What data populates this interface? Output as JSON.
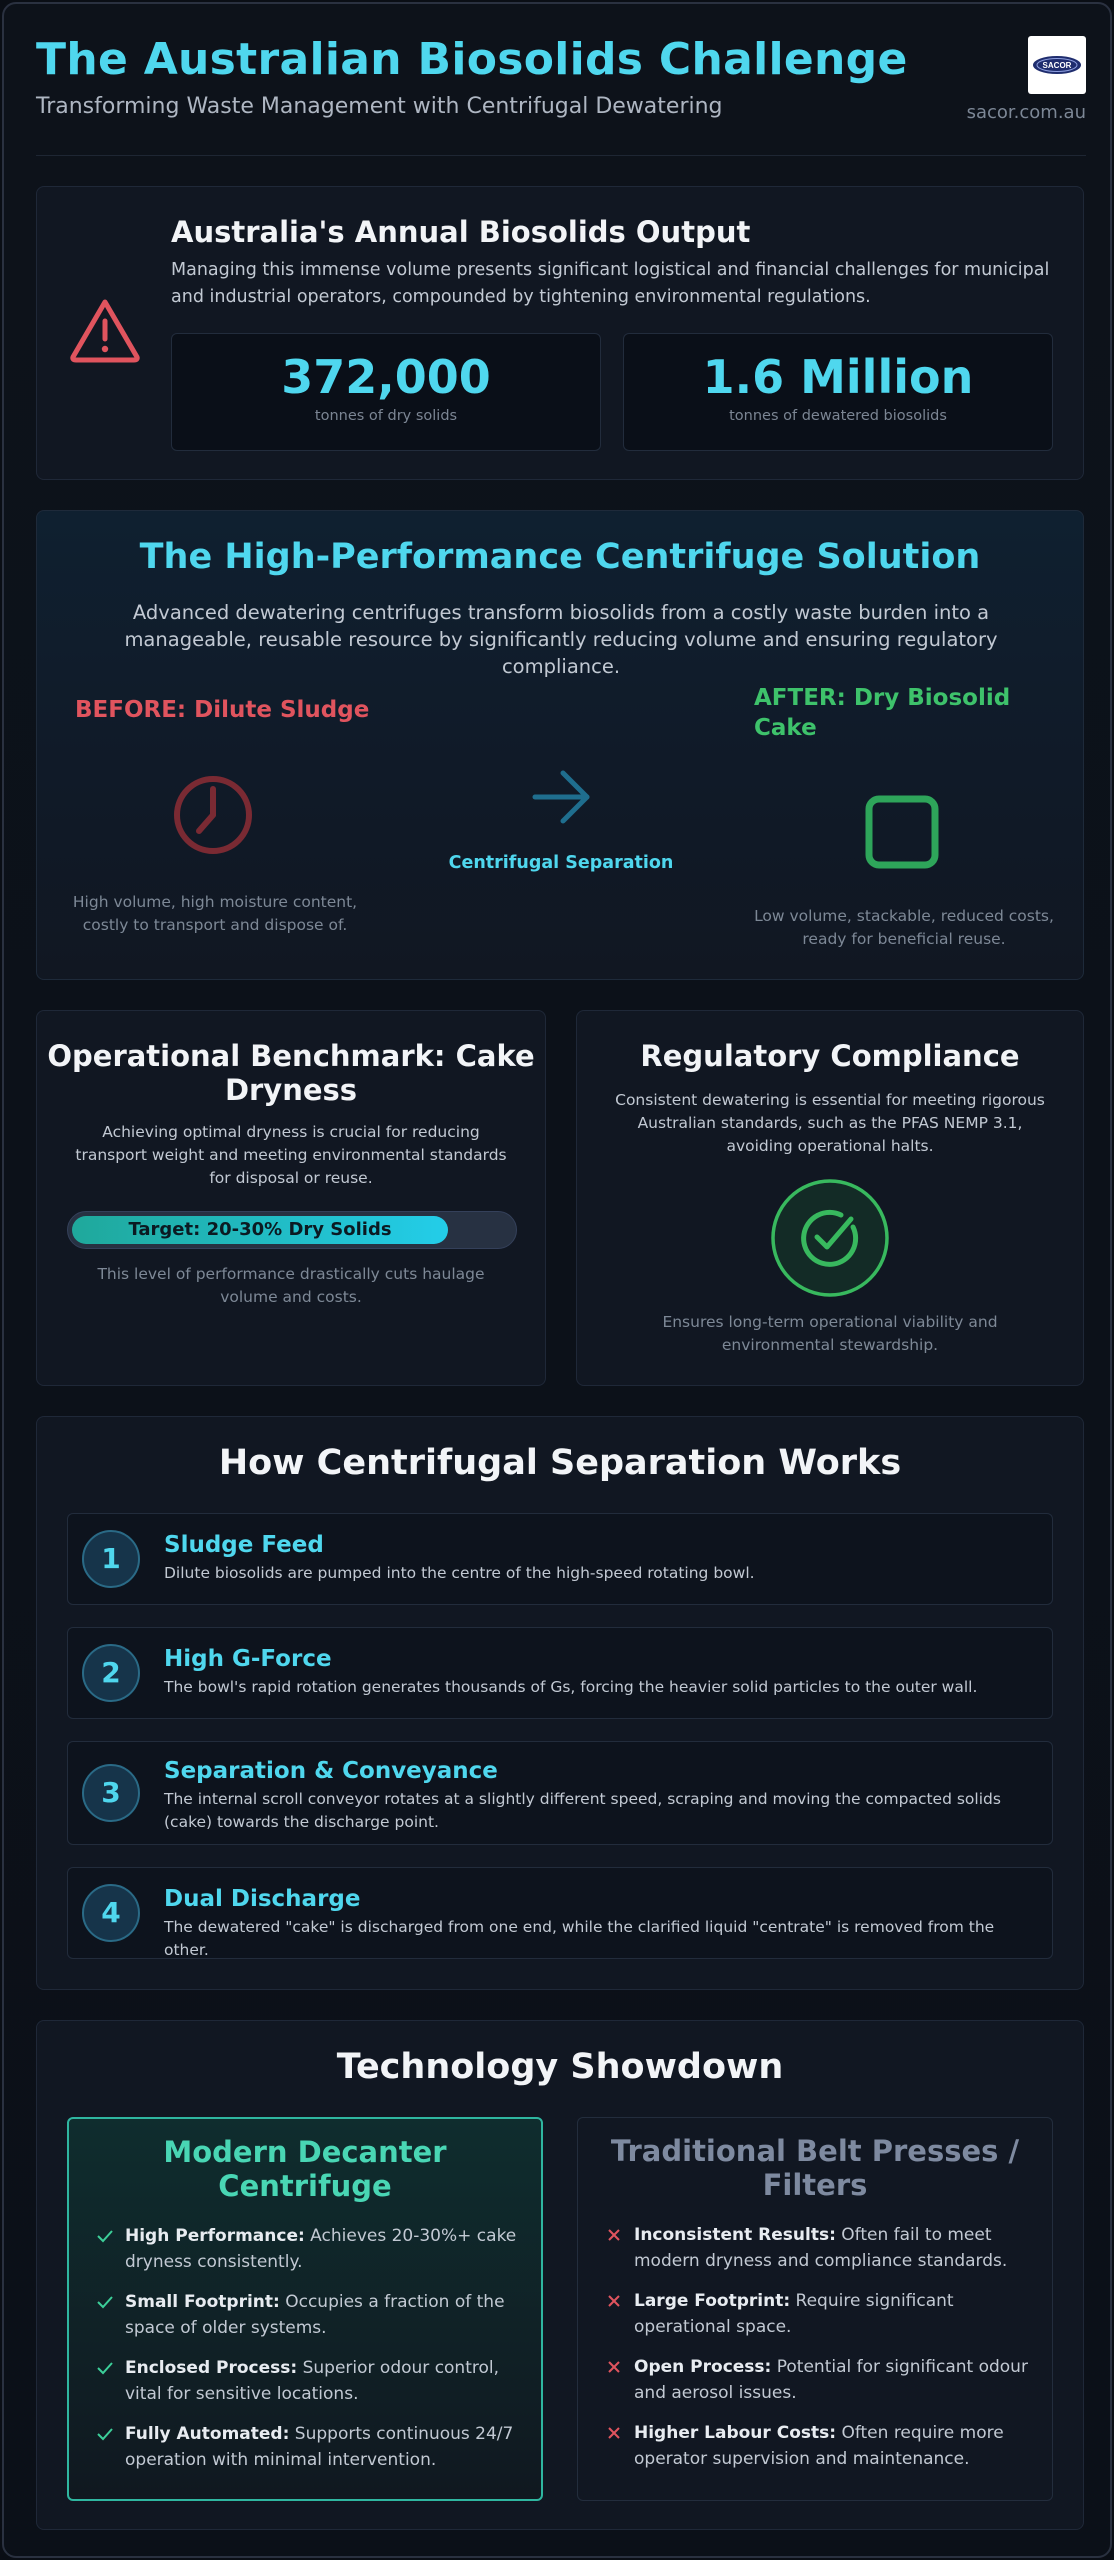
{
  "header": {
    "title": "The Australian Biosolids Challenge",
    "subtitle": "Transforming Waste Management with Centrifugal Dewatering",
    "logo_text": "SACOR",
    "site": "sacor.com.au"
  },
  "output": {
    "title": "Australia's Annual Biosolids Output",
    "text": "Managing this immense volume presents significant logistical and financial challenges for municipal and industrial operators, compounded by tightening environmental regulations.",
    "icon": "warning-icon",
    "stats": [
      {
        "value": "372,000",
        "label": "tonnes of dry solids"
      },
      {
        "value": "1.6 Million",
        "label": "tonnes of dewatered biosolids"
      }
    ]
  },
  "solution": {
    "title": "The High-Performance Centrifuge Solution",
    "text": "Advanced dewatering centrifuges transform biosolids from a costly waste burden into a manageable, reusable resource by significantly reducing volume and ensuring regulatory compliance.",
    "before_label": "BEFORE: Dilute Sludge",
    "before_desc": "High volume, high moisture content, costly to transport and dispose of.",
    "process_label": "Centrifugal Separation",
    "after_label": "AFTER: Dry Biosolid Cake",
    "after_desc": "Low volume, stackable, reduced costs, ready for beneficial reuse.",
    "colors": {
      "before": "#e0545e",
      "after": "#3ec26b",
      "accent": "#4fd7ee"
    }
  },
  "benchmark": {
    "title": "Operational Benchmark: Cake Dryness",
    "text": "Achieving optimal dryness is crucial for reducing transport weight and meeting environmental standards for disposal or reuse.",
    "bar_label": "Target: 20-30% Dry Solids",
    "note": "This level of performance drastically cuts haulage volume and costs."
  },
  "compliance": {
    "title": "Regulatory Compliance",
    "text": "Consistent dewatering is essential for meeting rigorous Australian standards, such as the PFAS NEMP 3.1, avoiding operational halts.",
    "icon": "check-circle-icon",
    "note": "Ensures long-term operational viability and environmental stewardship."
  },
  "process": {
    "title": "How Centrifugal Separation Works",
    "steps": [
      {
        "num": "1",
        "title": "Sludge Feed",
        "desc": "Dilute biosolids are pumped into the centre of the high-speed rotating bowl."
      },
      {
        "num": "2",
        "title": "High G-Force",
        "desc": "The bowl's rapid rotation generates thousands of Gs, forcing the heavier solid particles to the outer wall."
      },
      {
        "num": "3",
        "title": "Separation & Conveyance",
        "desc": "The internal scroll conveyor rotates at a slightly different speed, scraping and moving the compacted solids (cake) towards the discharge point."
      },
      {
        "num": "4",
        "title": "Dual Discharge",
        "desc": "The dewatered \"cake\" is discharged from one end, while the clarified liquid \"centrate\" is removed from the other."
      }
    ]
  },
  "showdown": {
    "title": "Technology Showdown",
    "modern": {
      "title": "Modern Decanter Centrifuge",
      "items": [
        {
          "bold": "High Performance:",
          "text": " Achieves 20-30%+ cake dryness consistently."
        },
        {
          "bold": "Small Footprint:",
          "text": " Occupies a fraction of the space of older systems."
        },
        {
          "bold": "Enclosed Process:",
          "text": " Superior odour control, vital for sensitive locations."
        },
        {
          "bold": "Fully Automated:",
          "text": " Supports continuous 24/7 operation with minimal intervention."
        }
      ]
    },
    "traditional": {
      "title": "Traditional Belt Presses / Filters",
      "items": [
        {
          "bold": "Inconsistent Results:",
          "text": " Often fail to meet modern dryness and compliance standards."
        },
        {
          "bold": "Large Footprint:",
          "text": " Require significant operational space."
        },
        {
          "bold": "Open Process:",
          "text": " Potential for significant odour and aerosol issues."
        },
        {
          "bold": "Higher Labour Costs:",
          "text": " Often require more operator supervision and maintenance."
        }
      ]
    }
  }
}
